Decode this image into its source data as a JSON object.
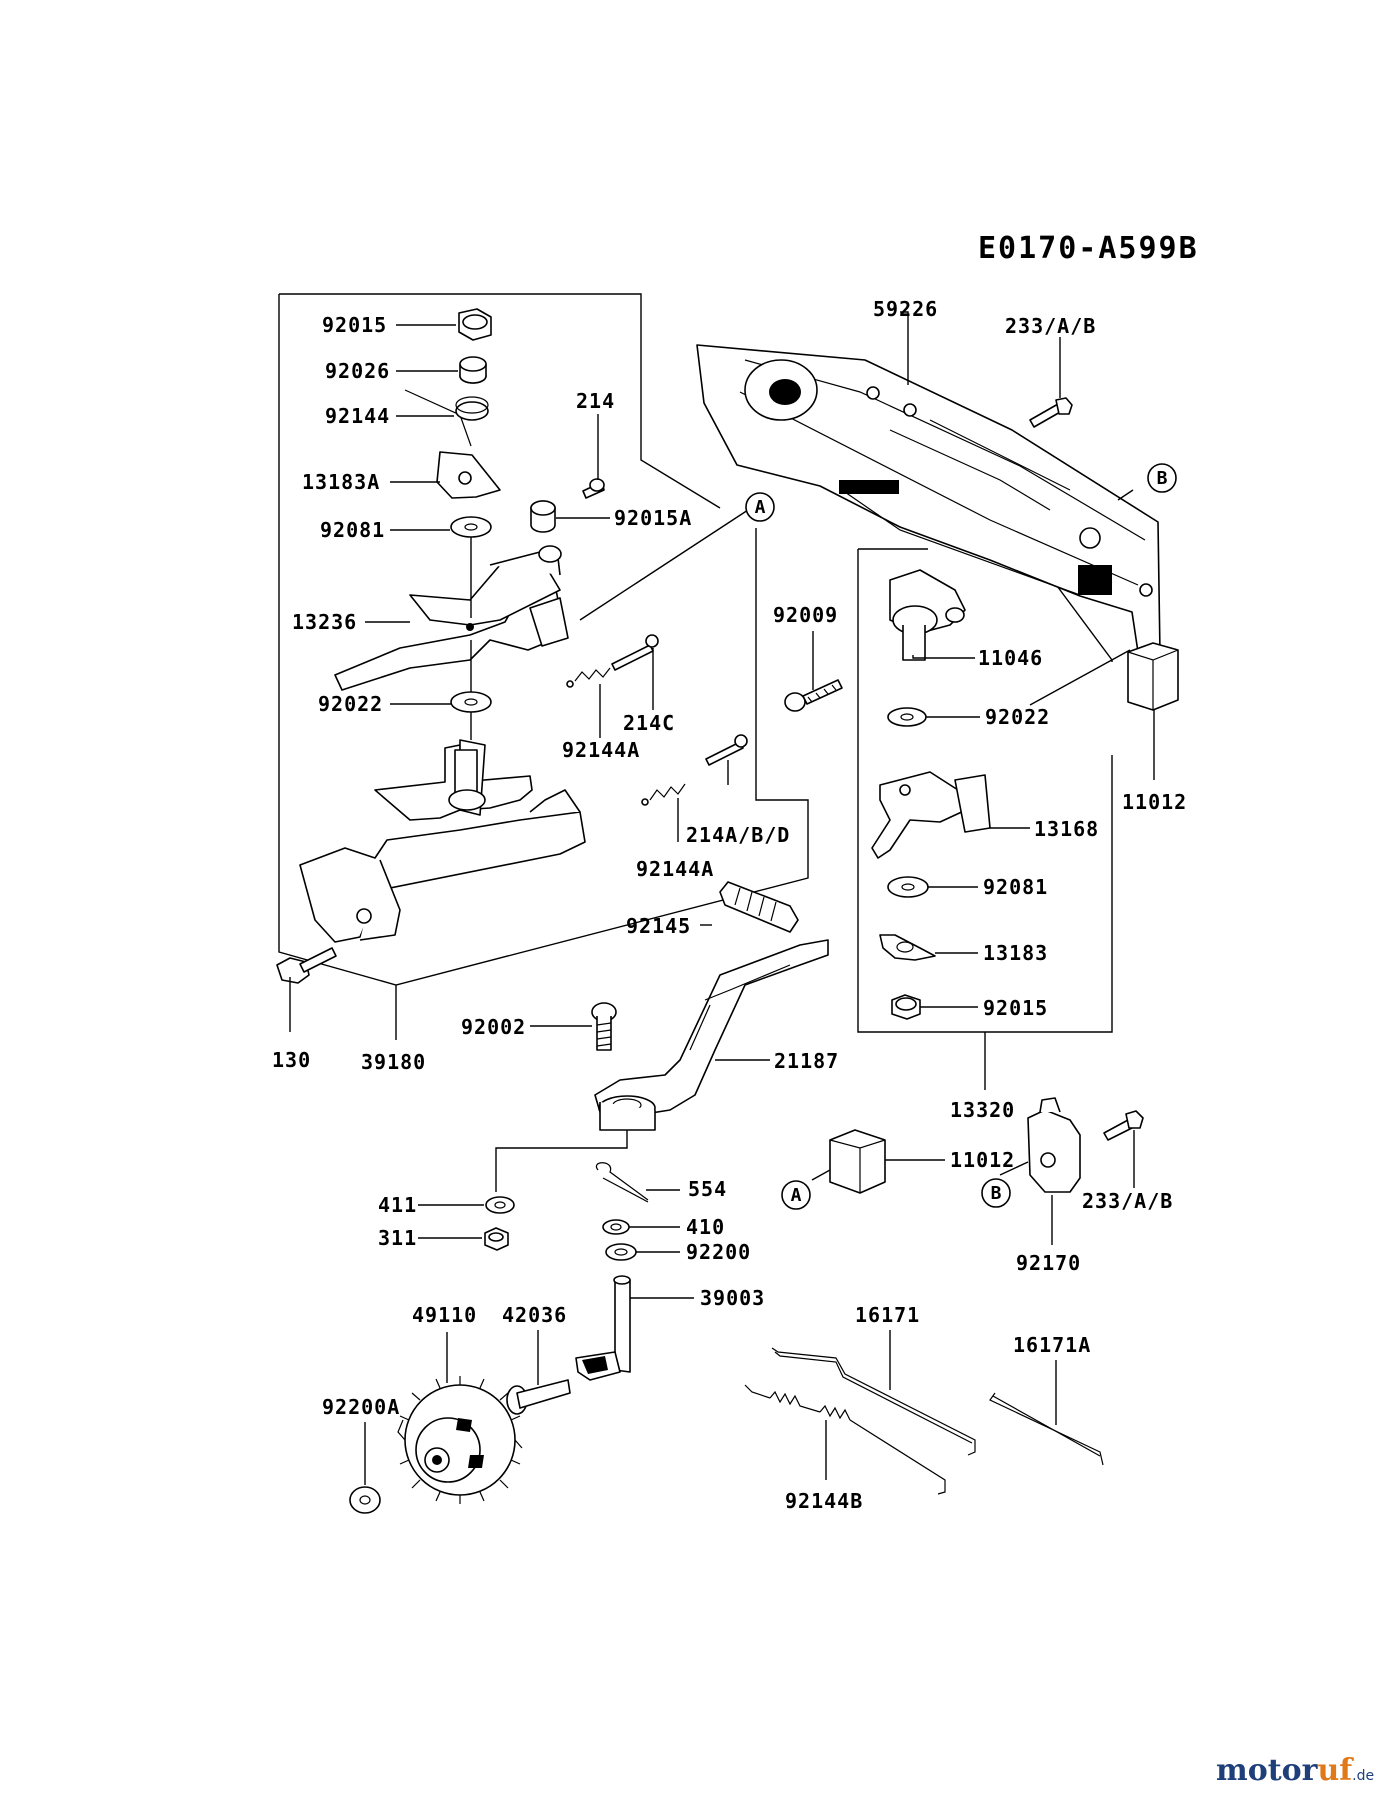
{
  "diagram_code": "E0170-A599B",
  "labels": {
    "p92015_top": "92015",
    "p92026": "92026",
    "p92144": "92144",
    "p214": "214",
    "p13183A": "13183A",
    "p92015A": "92015A",
    "p92081_left": "92081",
    "p13236": "13236",
    "p92022_left": "92022",
    "p214C": "214C",
    "p92144A_1": "92144A",
    "p214ABD": "214A/B/D",
    "p92144A_2": "92144A",
    "p130": "130",
    "p39180": "39180",
    "p59226": "59226",
    "p233AB_top": "233/A/B",
    "p92009": "92009",
    "p11046": "11046",
    "p92022_right": "92022",
    "p11012_top": "11012",
    "p13168": "13168",
    "p92081_right": "92081",
    "p13183": "13183",
    "p92015_right": "92015",
    "p13320": "13320",
    "p92145": "92145",
    "p92002": "92002",
    "p21187": "21187",
    "p11012_bottom": "11012",
    "p233AB_bottom": "233/A/B",
    "p92170": "92170",
    "p411": "411",
    "p554": "554",
    "p311": "311",
    "p410": "410",
    "p92200": "92200",
    "p39003": "39003",
    "p49110": "49110",
    "p42036": "42036",
    "p16171": "16171",
    "p16171A": "16171A",
    "p92200A": "92200A",
    "p92144B": "92144B"
  },
  "reference_marks": {
    "a_top": "A",
    "b_top": "B",
    "a_bottom": "A",
    "b_bottom": "B"
  },
  "watermark": {
    "part1": "motor",
    "part2": "uf",
    "tld": ".de",
    "colors": {
      "primary": "#1e3f7a",
      "accent": "#e07a18"
    }
  }
}
